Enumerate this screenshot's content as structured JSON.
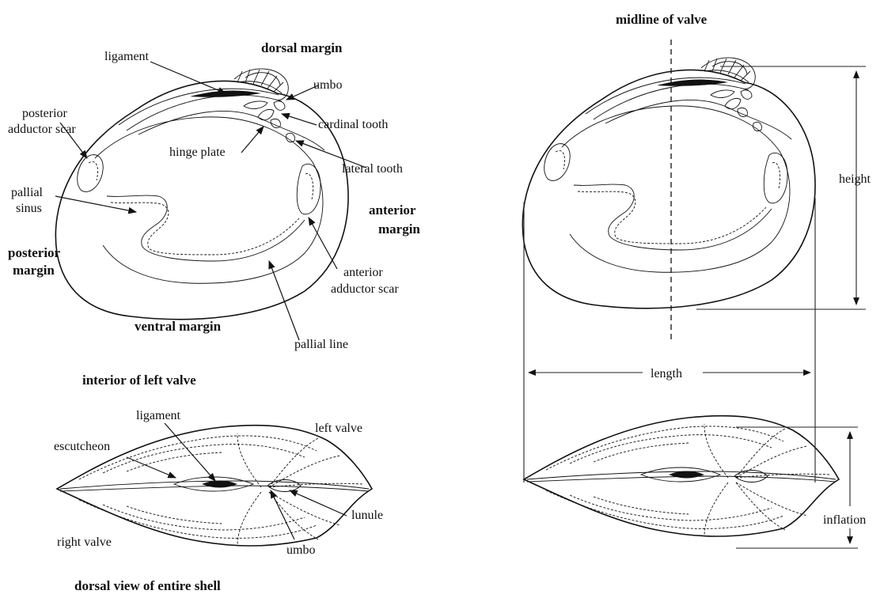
{
  "labels": {
    "ligament_interior": "ligament",
    "dorsal_margin": "dorsal margin",
    "umbo_interior": "umbo",
    "posterior_adductor_scar_1": "posterior",
    "posterior_adductor_scar_2": "adductor scar",
    "cardinal_tooth": "cardinal tooth",
    "hinge_plate": "hinge plate",
    "lateral_tooth": "lateral tooth",
    "pallial_sinus_1": "pallial",
    "pallial_sinus_2": "sinus",
    "anterior_margin_1": "anterior",
    "anterior_margin_2": "margin",
    "posterior_margin_1": "posterior",
    "posterior_margin_2": "margin",
    "anterior_adductor_scar_1": "anterior",
    "anterior_adductor_scar_2": "adductor scar",
    "ventral_margin": "ventral margin",
    "pallial_line": "pallial line",
    "caption_interior": "interior of left valve",
    "ligament_dorsal": "ligament",
    "left_valve": "left valve",
    "escutcheon": "escutcheon",
    "lunule": "lunule",
    "right_valve": "right valve",
    "umbo_dorsal": "umbo",
    "caption_dorsal": "dorsal view of entire shell",
    "midline_of_valve": "midline of valve",
    "height": "height",
    "length": "length",
    "inflation": "inflation"
  }
}
